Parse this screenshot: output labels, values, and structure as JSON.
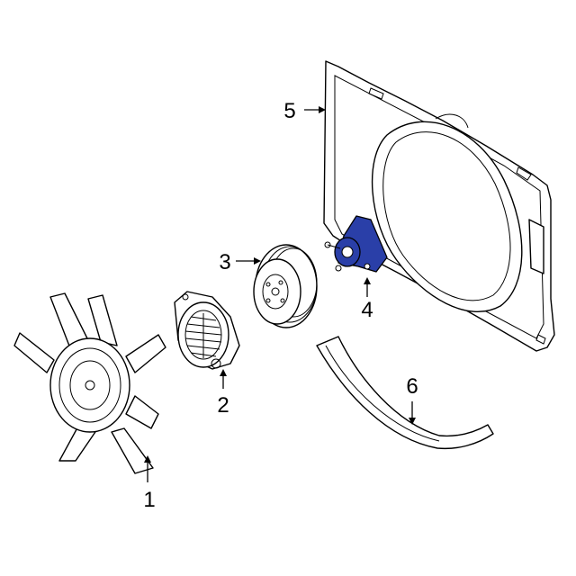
{
  "diagram": {
    "highlight_color": "#2a3fa8",
    "callouts": [
      {
        "id": "1",
        "label": "1"
      },
      {
        "id": "2",
        "label": "2"
      },
      {
        "id": "3",
        "label": "3"
      },
      {
        "id": "4",
        "label": "4"
      },
      {
        "id": "5",
        "label": "5"
      },
      {
        "id": "6",
        "label": "6"
      }
    ]
  }
}
